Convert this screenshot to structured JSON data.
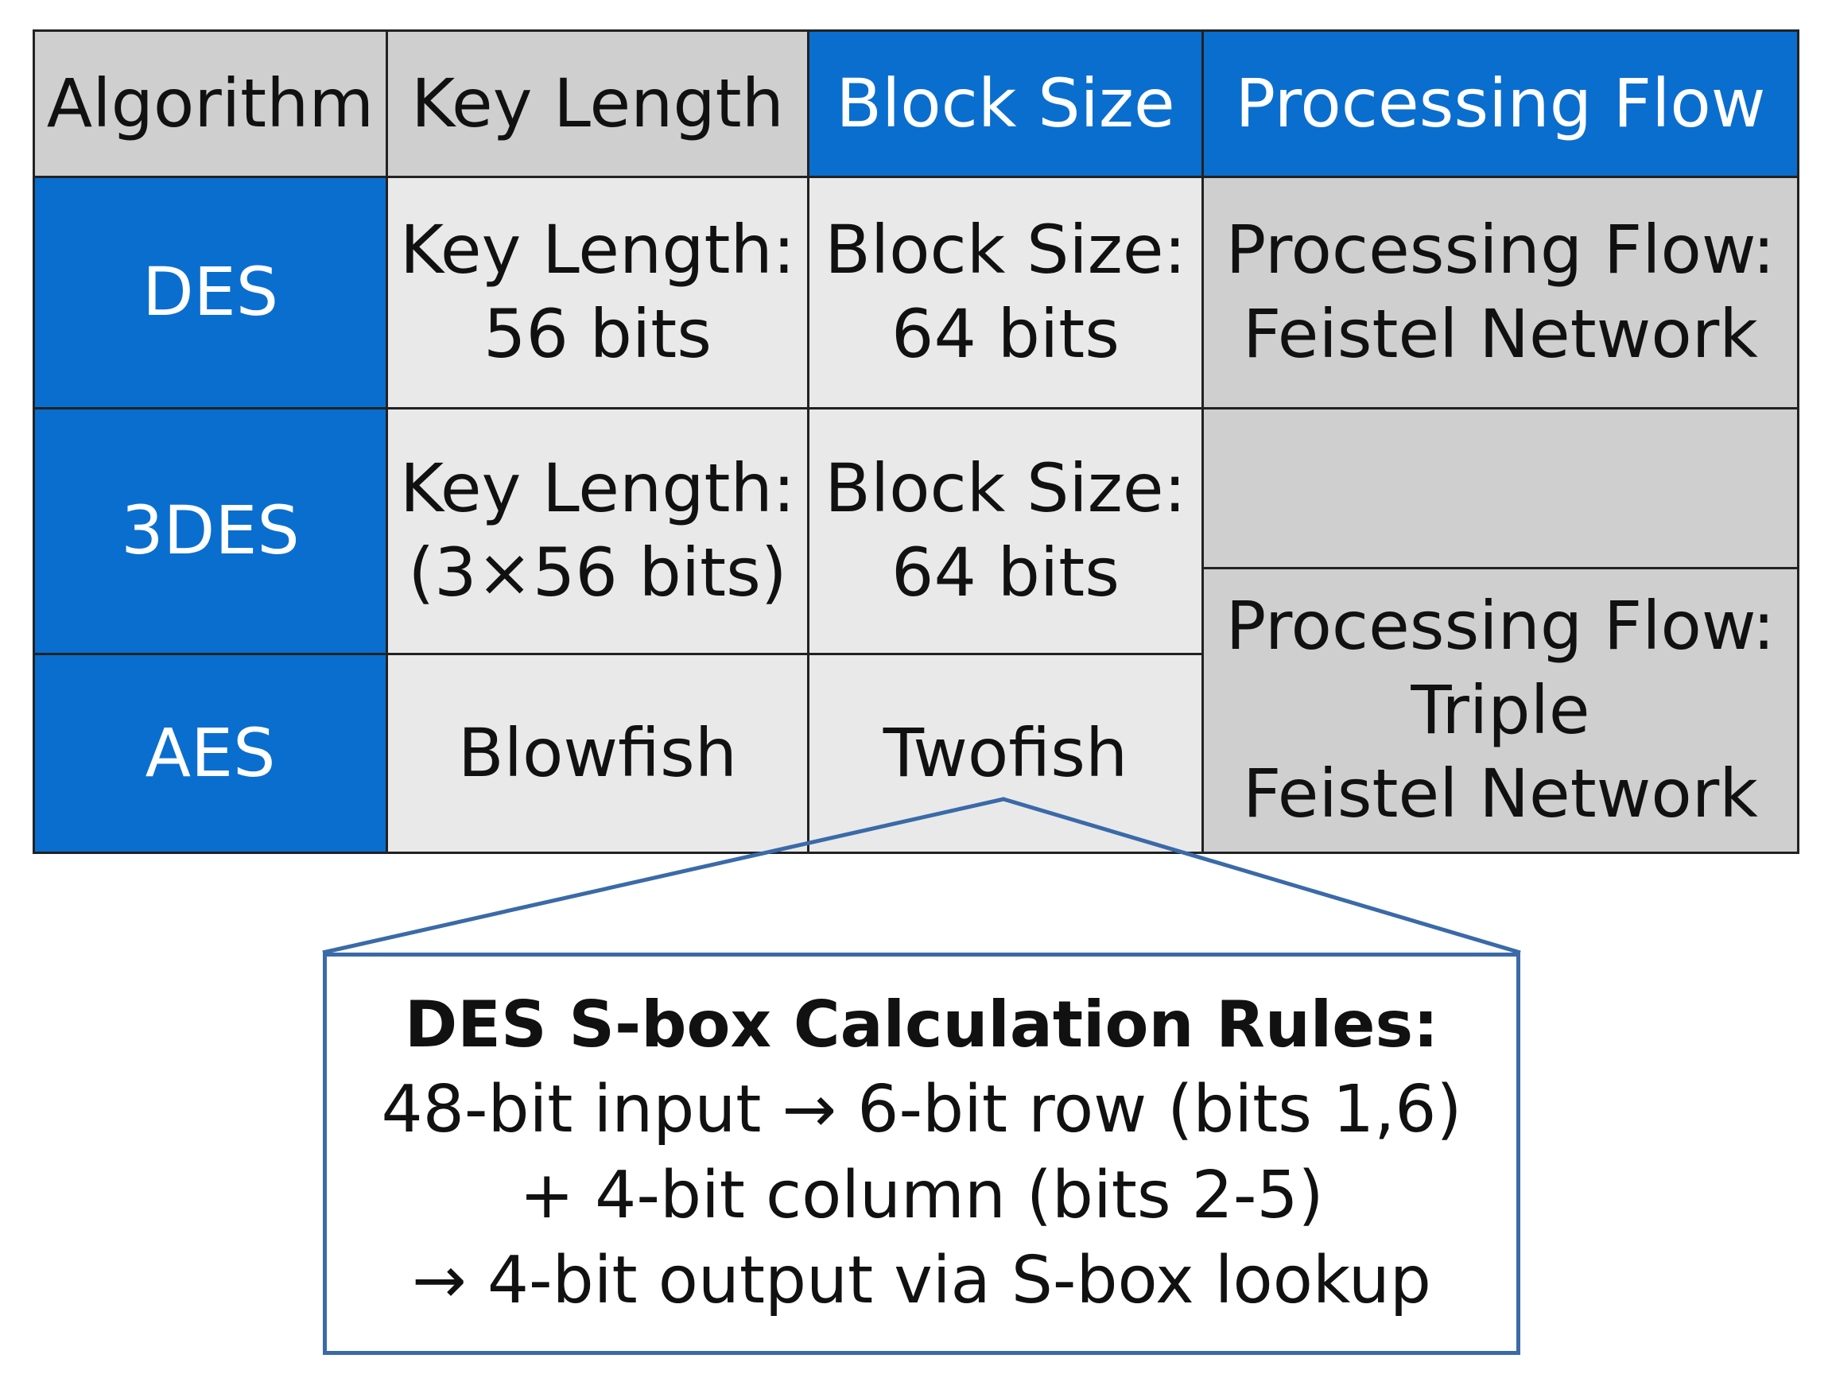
{
  "colors": {
    "header_blue": "#0a6ecf",
    "header_grey": "#cfcfcf",
    "cell_light": "#e9e9e9",
    "callout_border": "#3a6aa8"
  },
  "table": {
    "headers": {
      "algorithm": "Algorithm",
      "key_length": "Key Length",
      "block_size": "Block Size",
      "processing_flow": "Processing Flow"
    },
    "rows": {
      "des": {
        "name": "DES",
        "key_length_line1": "Key Length:",
        "key_length_line2": "56 bits",
        "block_size_line1": "Block Size:",
        "block_size_line2": "64 bits",
        "flow_line1": "Processing Flow:",
        "flow_line2": "Feistel Network"
      },
      "tdes": {
        "name": "3DES",
        "key_length_line1": "Key Length:",
        "key_length_line2": "(3×56 bits)",
        "block_size_line1": "Block Size:",
        "block_size_line2": "64 bits",
        "flow_line1": "Processing Flow:",
        "flow_line2": "Triple",
        "flow_line3": "Feistel Network"
      },
      "aes": {
        "name": "AES",
        "key_cell": "Blowfish",
        "block_cell": "Twofish"
      }
    }
  },
  "callout": {
    "title": "DES S-box Calculation Rules:",
    "line1": "48-bit input → 6-bit row (bits 1,6)",
    "line2": "+ 4-bit column (bits 2-5)",
    "line3": "→ 4-bit output via S-box lookup"
  }
}
